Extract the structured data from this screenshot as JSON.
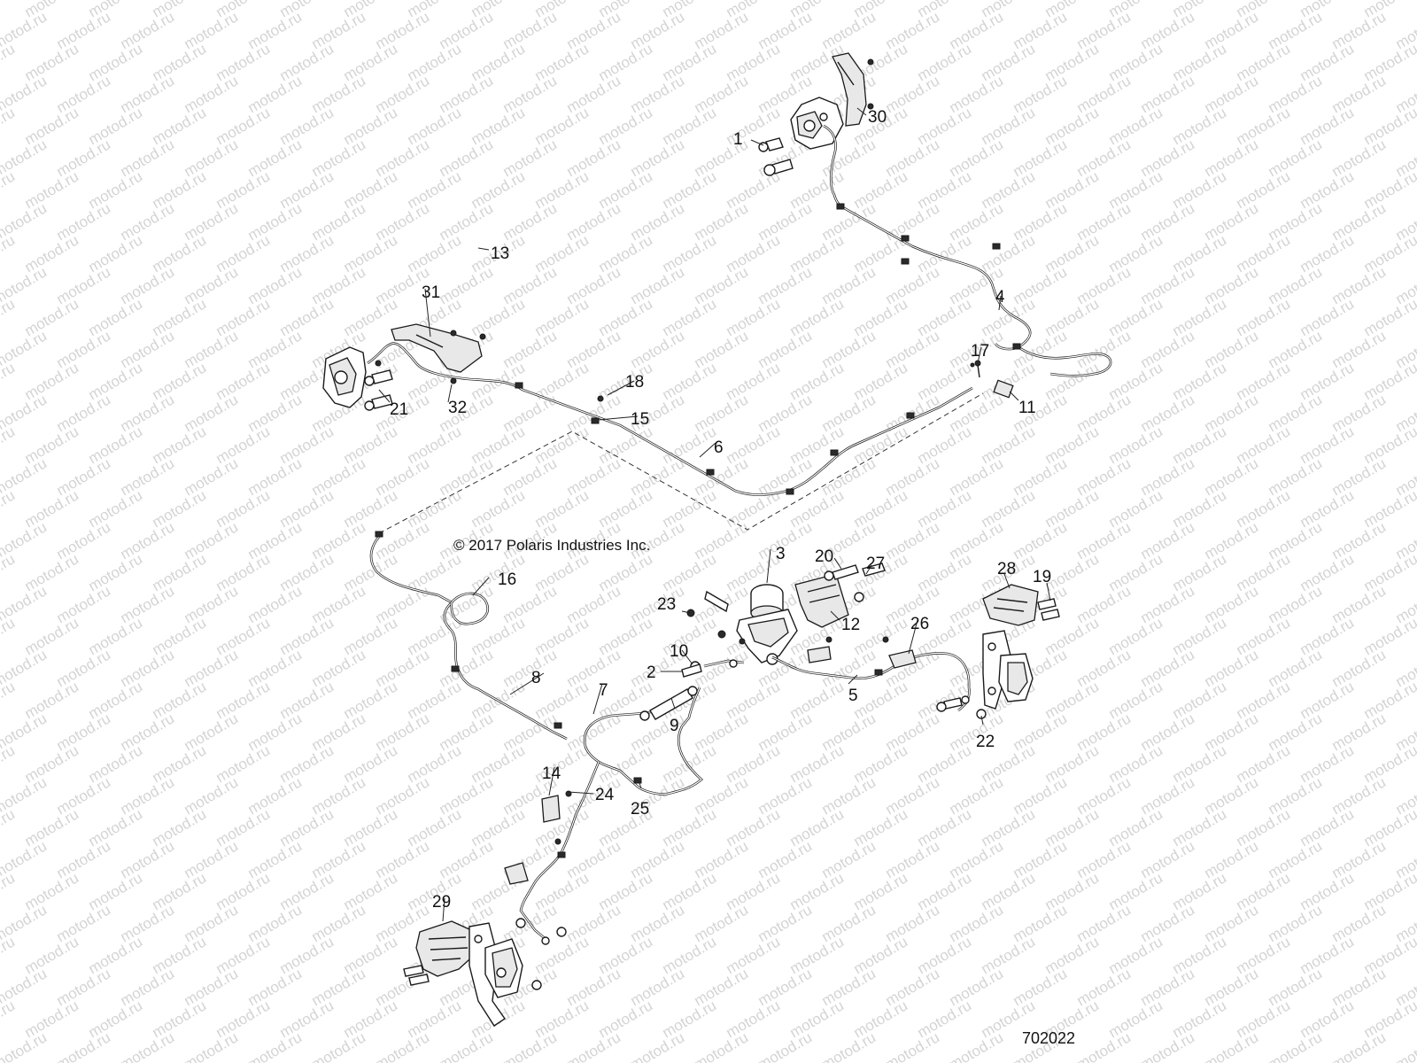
{
  "watermark": {
    "text": "motod.ru",
    "color": "#d4d4d4"
  },
  "copyright": "© 2017 Polaris Industries Inc.",
  "drawing_number": "702022",
  "callouts": {
    "c1": "1",
    "c2": "2",
    "c3": "3",
    "c4": "4",
    "c5": "5",
    "c6": "6",
    "c7": "7",
    "c8": "8",
    "c9": "9",
    "c10": "10",
    "c11": "11",
    "c12": "12",
    "c13": "13",
    "c14": "14",
    "c15": "15",
    "c16": "16",
    "c17": "17",
    "c18": "18",
    "c19": "19",
    "c20": "20",
    "c21": "21",
    "c22": "22",
    "c23": "23",
    "c24": "24",
    "c25": "25",
    "c26": "26",
    "c27": "27",
    "c28": "28",
    "c29": "29",
    "c30": "30",
    "c31": "31",
    "c32": "32"
  }
}
